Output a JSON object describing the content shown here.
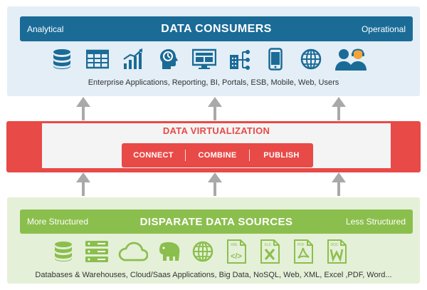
{
  "consumers": {
    "left_label": "Analytical",
    "title": "DATA CONSUMERS",
    "right_label": "Operational",
    "caption": "Enterprise Applications, Reporting, BI, Portals, ESB, Mobile, Web, Users",
    "icons": [
      "database-icon",
      "spreadsheet-icon",
      "growth-chart-icon",
      "analytics-head-icon",
      "monitor-icon",
      "org-chart-icon",
      "mobile-phone-icon",
      "globe-icon",
      "users-icon"
    ],
    "header_color": "#1b6b97",
    "panel_color": "#e3eef6"
  },
  "virtualization": {
    "title": "DATA VIRTUALIZATION",
    "steps": [
      "CONNECT",
      "COMBINE",
      "PUBLISH"
    ],
    "accent_color": "#e84a47"
  },
  "sources": {
    "left_label": "More Structured",
    "title": "DISPARATE DATA SOURCES",
    "right_label": "Less Structured",
    "caption": "Databases & Warehouses, Cloud/Saas Applications, Big Data, NoSQL, Web, XML, Excel ,PDF, Word...",
    "icons": [
      "database-icon",
      "server-icon",
      "cloud-icon",
      "hadoop-elephant-icon",
      "globe-icon",
      "xml-file-icon",
      "xls-file-icon",
      "pdf-file-icon",
      "doc-file-icon"
    ],
    "file_labels": [
      "XML",
      "XLS",
      "PDF",
      "DOC"
    ],
    "header_color": "#8bbf4d",
    "panel_color": "#e5f0d8"
  },
  "arrow_color": "#a9a9a9"
}
